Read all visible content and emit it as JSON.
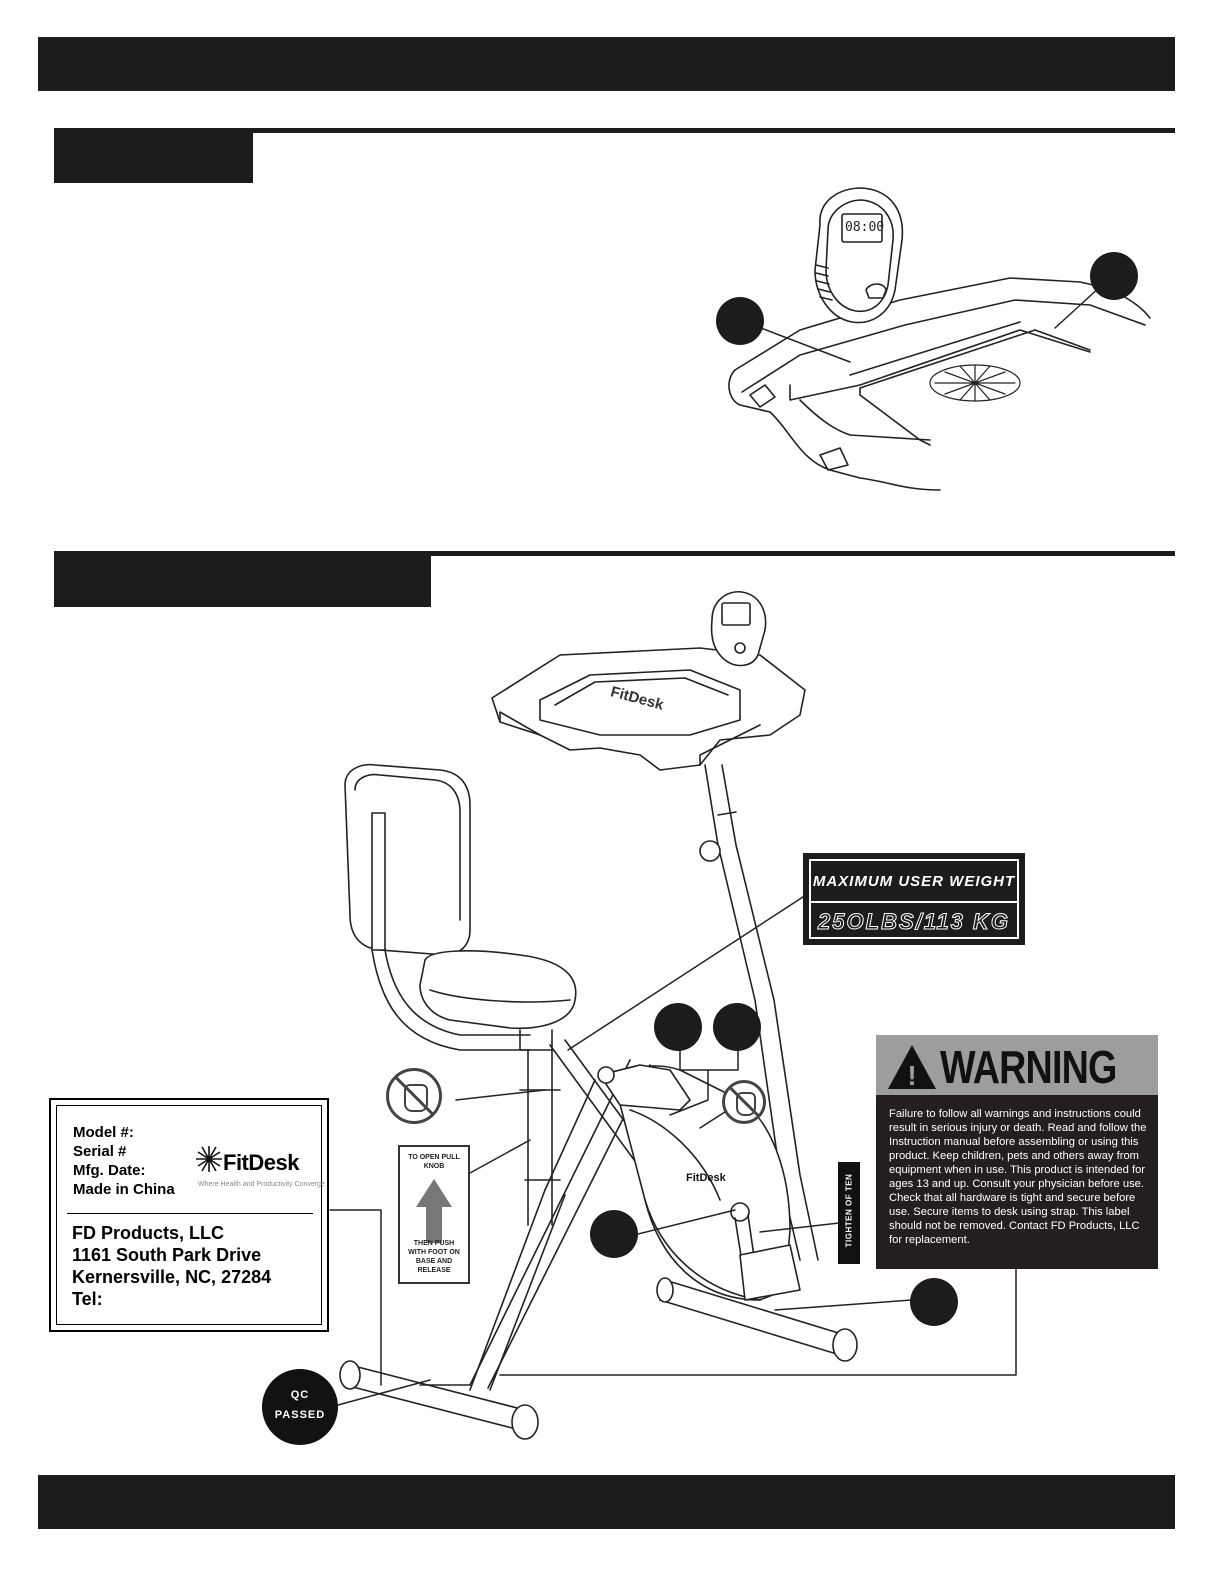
{
  "label": {
    "model": "Model #:",
    "serial": "Serial #",
    "mfg_date": "Mfg. Date:",
    "made_in": "Made in China",
    "brand": "FitDesk",
    "tagline": "Where Health and Productivity Converge",
    "company": "FD Products, LLC",
    "street": "1161 South Park Drive",
    "city": "Kernersville, NC, 27284",
    "tel": "Tel:"
  },
  "max_weight": {
    "title": "MAXIMUM USER WEIGHT",
    "value": "25OLBS/113 KG"
  },
  "warning": {
    "icon": "!",
    "title": "WARNING",
    "text": "Failure to follow all warnings and instructions could result in serious injury or death. Read and follow the Instruction manual before assembling or using this product. Keep children, pets and others away from equipment when in use. This product is intended for ages 13 and up. Consult your physician before use. Check that all hardware is tight and secure before use. Secure items to desk using strap. This label should not be removed. Contact FD Products, LLC for replacement."
  },
  "qc": {
    "line1": "QC",
    "line2": "PASSED"
  },
  "pull_knob": {
    "top": "TO OPEN PULL KNOB",
    "bottom": "THEN PUSH WITH FOOT ON BASE AND RELEASE"
  },
  "tighten": "TIGHTEN OF TEN",
  "console_display": "08:00",
  "frame_brand": "FitDesk",
  "desk_logo": "FitDesk"
}
